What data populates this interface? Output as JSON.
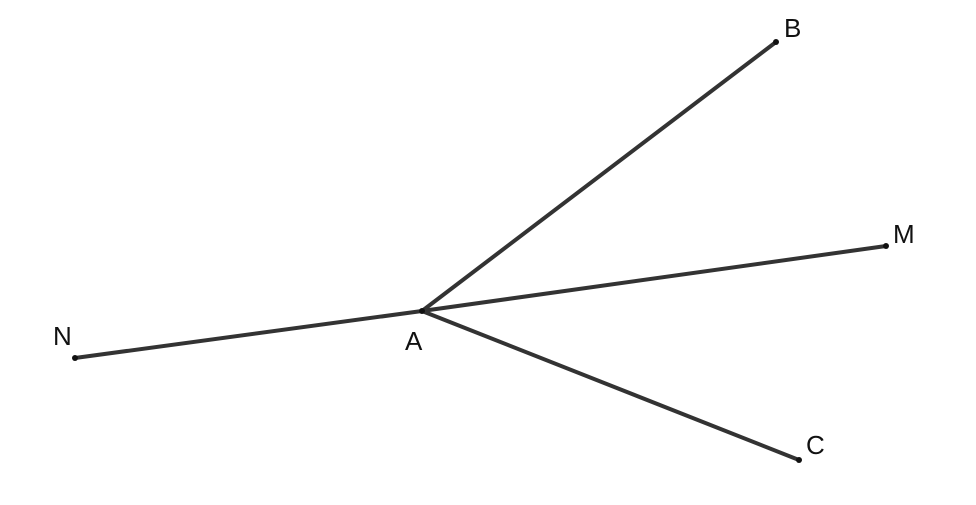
{
  "diagram": {
    "points": {
      "A": {
        "label": "A"
      },
      "B": {
        "label": "B"
      },
      "C": {
        "label": "C"
      },
      "M": {
        "label": "M"
      },
      "N": {
        "label": "N"
      }
    },
    "segments": [
      {
        "from": "A",
        "to": "B"
      },
      {
        "from": "A",
        "to": "M"
      },
      {
        "from": "A",
        "to": "C"
      },
      {
        "from": "A",
        "to": "N"
      }
    ],
    "colors": {
      "line": "#333333",
      "point": "#111111",
      "background": "#ffffff"
    }
  }
}
